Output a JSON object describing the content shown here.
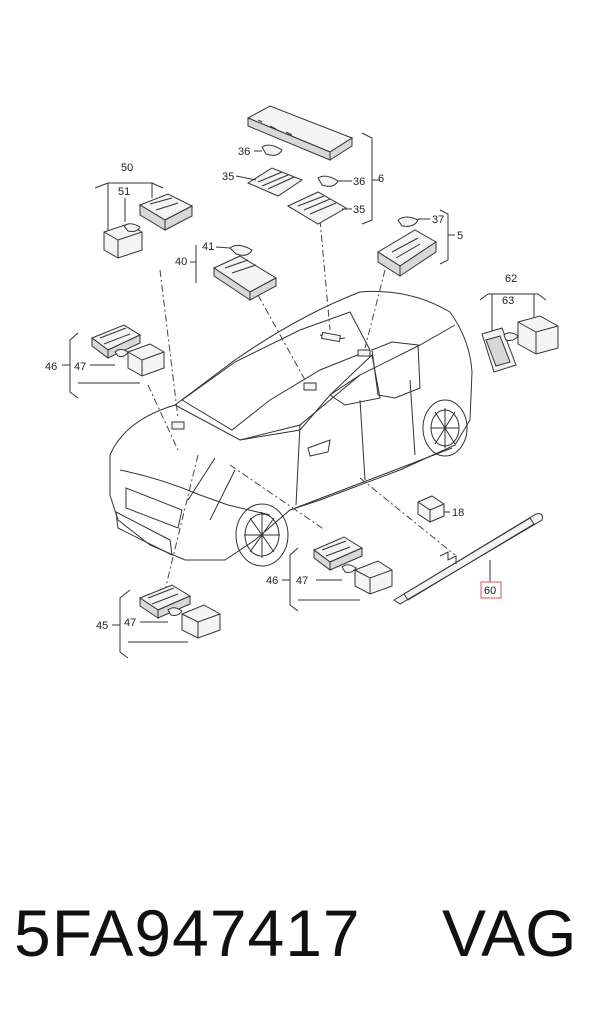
{
  "callouts": {
    "c5": "5",
    "c6": "6",
    "c18": "18",
    "c35a": "35",
    "c35b": "35",
    "c36a": "36",
    "c36b": "36",
    "c37": "37",
    "c40": "40",
    "c41": "41",
    "c45": "45",
    "c46a": "46",
    "c46b": "46",
    "c47a": "47",
    "c47b": "47",
    "c47c": "47",
    "c50": "50",
    "c51": "51",
    "c60": "60",
    "c62": "62",
    "c63": "63"
  },
  "footer": {
    "part_number": "5FA947417",
    "brand": "VAG"
  },
  "colors": {
    "highlight": "#d9534f",
    "line": "#333333"
  }
}
